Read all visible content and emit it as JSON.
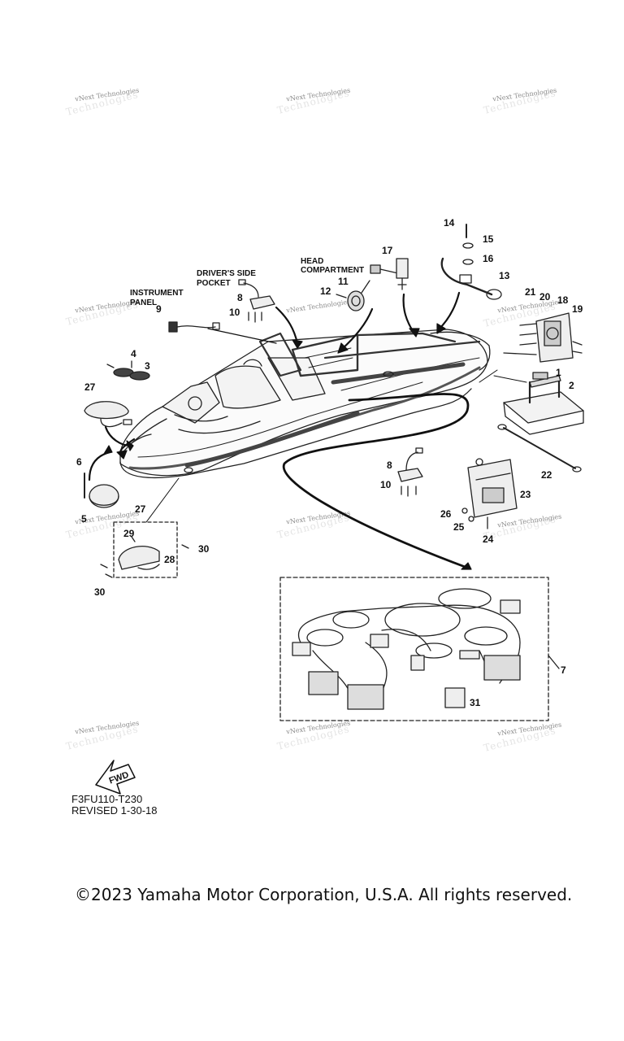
{
  "watermarks": [
    "vNext Technologies",
    "vNext Technologies",
    "vNext Technologies",
    "vNext Technologies",
    "vNext Technologies",
    "vNext Technologies",
    "vNext Technologies",
    "vNext Technologies",
    "vNext Technologies",
    "vNext Technologies",
    "vNext Technologies",
    "vNext Technologies"
  ],
  "callouts": {
    "instrument_panel": [
      "INSTRUMENT",
      "PANEL"
    ],
    "drivers_side_pocket": [
      "DRIVER'S SIDE",
      "POCKET"
    ],
    "head_compartment": [
      "HEAD",
      "COMPARTMENT"
    ]
  },
  "parts": {
    "p1": "1",
    "p2": "2",
    "p3": "3",
    "p4": "4",
    "p5": "5",
    "p6": "6",
    "p7": "7",
    "p8a": "8",
    "p8b": "8",
    "p9": "9",
    "p10a": "10",
    "p10b": "10",
    "p11": "11",
    "p12": "12",
    "p13": "13",
    "p14": "14",
    "p15": "15",
    "p16": "16",
    "p17": "17",
    "p18": "18",
    "p19": "19",
    "p20": "20",
    "p21": "21",
    "p22": "22",
    "p23": "23",
    "p24": "24",
    "p25": "25",
    "p26": "26",
    "p27a": "27",
    "p27b": "27",
    "p28": "28",
    "p29": "29",
    "p30a": "30",
    "p30b": "30",
    "p31": "31"
  },
  "fwd_label": "FWD",
  "figure_code": "F3FU110-T230",
  "revision": "REVISED 1-30-18",
  "copyright": "©2023 Yamaha Motor Corporation, U.S.A. All rights reserved.",
  "icons": [
    "fwd-arrow-icon"
  ]
}
